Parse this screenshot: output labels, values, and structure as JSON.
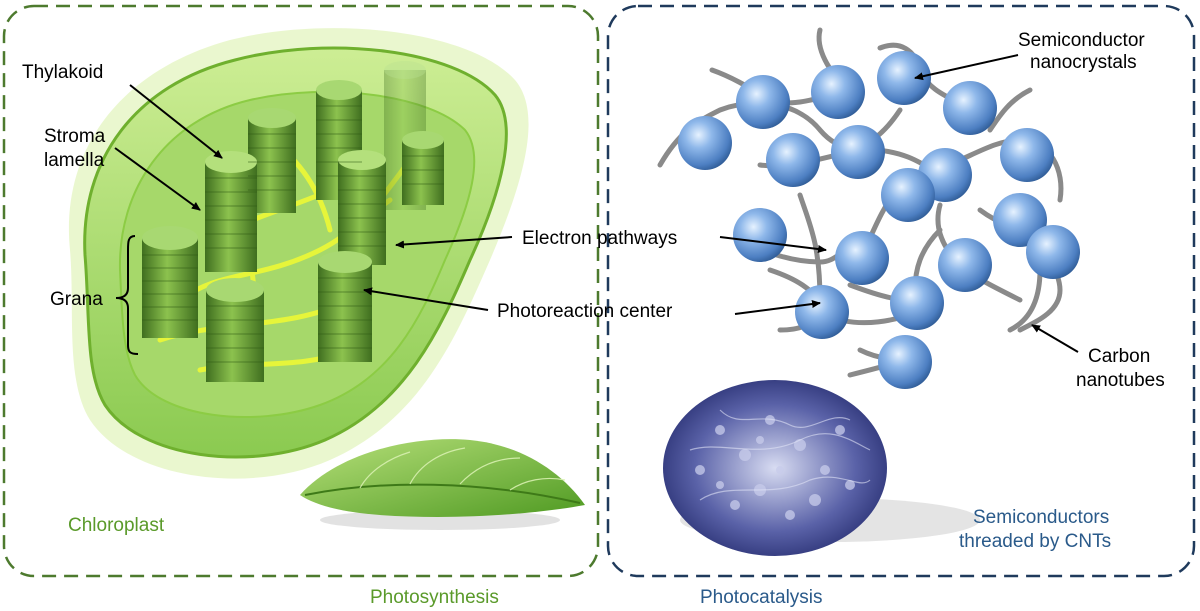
{
  "labels": {
    "thylakoid": "Thylakoid",
    "stroma_line1": "Stroma",
    "stroma_line2": "lamella",
    "grana": "Grana",
    "electron_pathways": "Electron pathways",
    "photoreaction_center": "Photoreaction center",
    "semiconductor_line1": "Semiconductor",
    "semiconductor_line2": "nanocrystals",
    "carbon_line1": "Carbon",
    "carbon_line2": "nanotubes",
    "chloroplast": "Chloroplast",
    "threaded_line1": "Semiconductors",
    "threaded_line2": "threaded by CNTs",
    "photosynthesis": "Photosynthesis",
    "photocatalysis": "Photocatalysis"
  },
  "colors": {
    "green_border": "#4d7a2e",
    "green_text": "#5a9a2a",
    "blue_border": "#1f3a5c",
    "blue_text": "#2a5a8a",
    "sphere": "#6a9ad8",
    "tube": "#8a8a8a"
  },
  "icons": {
    "leaf": "leaf-icon",
    "sem_image": "sem-micrograph-icon"
  }
}
